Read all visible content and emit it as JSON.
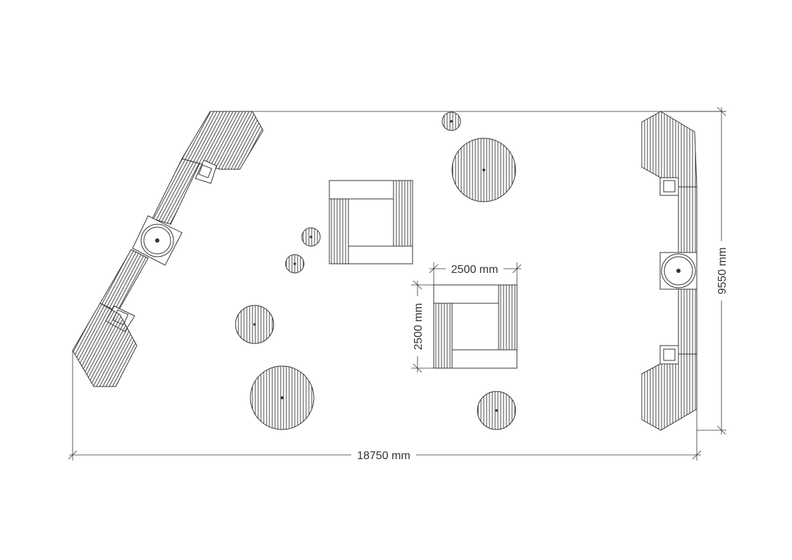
{
  "drawing": {
    "dimensions": {
      "overall_width": "18750 mm",
      "overall_depth": "9550 mm",
      "module_width": "2500 mm",
      "module_depth": "2500 mm"
    }
  },
  "colors": {
    "line": "#333333",
    "background": "#ffffff"
  }
}
